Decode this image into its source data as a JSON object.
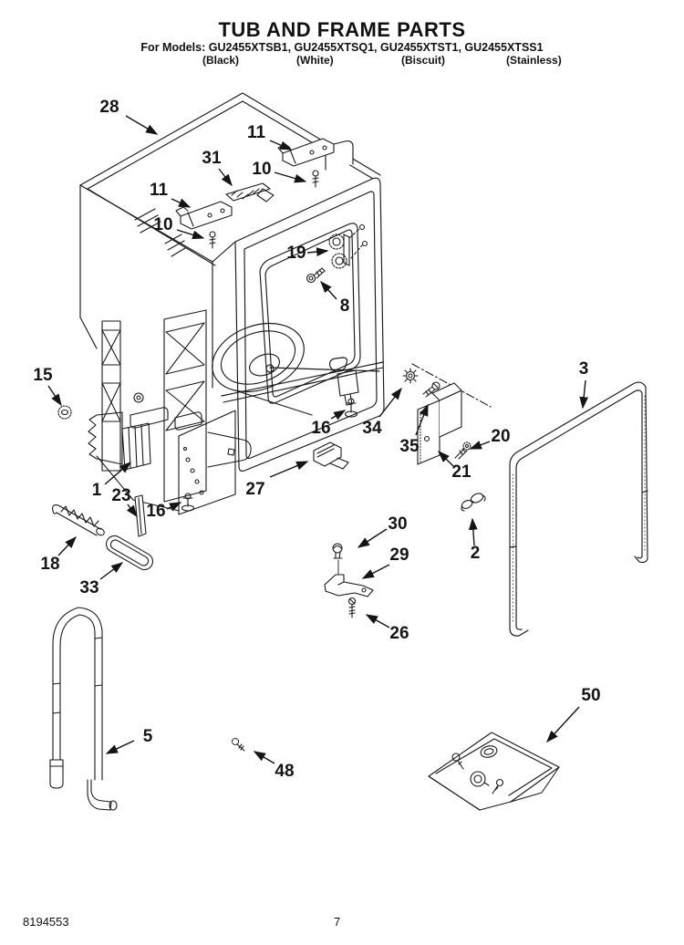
{
  "header": {
    "title": "TUB AND FRAME PARTS",
    "models_line": "For Models: GU2455XTSB1, GU2455XTSQ1, GU2455XTST1, GU2455XTSS1",
    "finishes": [
      "(Black)",
      "(White)",
      "(Biscuit)",
      "(Stainless)"
    ]
  },
  "callouts": [
    {
      "label": "28"
    },
    {
      "label": "11"
    },
    {
      "label": "10"
    },
    {
      "label": "31"
    },
    {
      "label": "11"
    },
    {
      "label": "10"
    },
    {
      "label": "19"
    },
    {
      "label": "8"
    },
    {
      "label": "15"
    },
    {
      "label": "1"
    },
    {
      "label": "23"
    },
    {
      "label": "16"
    },
    {
      "label": "18"
    },
    {
      "label": "33"
    },
    {
      "label": "27"
    },
    {
      "label": "16"
    },
    {
      "label": "34"
    },
    {
      "label": "35"
    },
    {
      "label": "20"
    },
    {
      "label": "21"
    },
    {
      "label": "3"
    },
    {
      "label": "2"
    },
    {
      "label": "30"
    },
    {
      "label": "29"
    },
    {
      "label": "26"
    },
    {
      "label": "5"
    },
    {
      "label": "48"
    },
    {
      "label": "50"
    }
  ],
  "footer": {
    "doc_number": "8194553",
    "page_number": "7"
  },
  "colors": {
    "ink": "#1a1a1a",
    "paper": "#ffffff"
  }
}
